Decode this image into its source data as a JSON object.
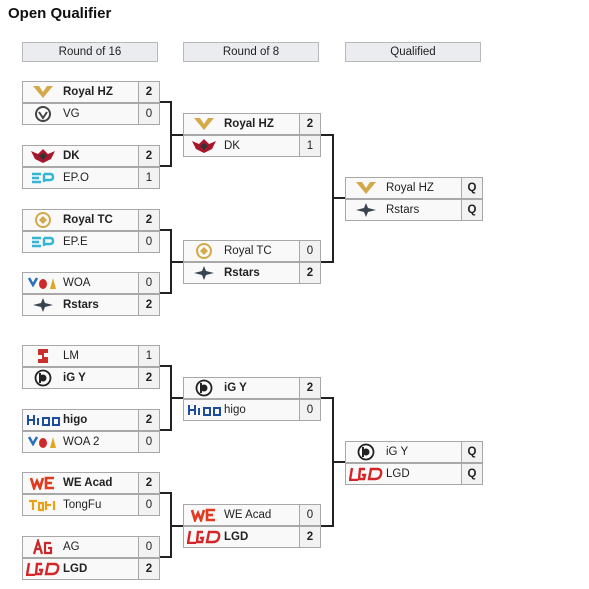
{
  "title": "Open Qualifier",
  "rounds": [
    "Round of 16",
    "Round of 8",
    "Qualified"
  ],
  "r16": [
    {
      "name": "Royal HZ",
      "score": "2",
      "icon": "royal-icon",
      "win": true
    },
    {
      "name": "VG",
      "score": "0",
      "icon": "vg-icon",
      "win": false
    },
    {
      "name": "DK",
      "score": "2",
      "icon": "dk-icon",
      "win": true
    },
    {
      "name": "EP.O",
      "score": "1",
      "icon": "ep-icon",
      "win": false
    },
    {
      "name": "Royal TC",
      "score": "2",
      "icon": "royal-tc-icon",
      "win": true
    },
    {
      "name": "EP.E",
      "score": "0",
      "icon": "ep-icon",
      "win": false
    },
    {
      "name": "WOA",
      "score": "0",
      "icon": "woa-icon",
      "win": false
    },
    {
      "name": "Rstars",
      "score": "2",
      "icon": "rstars-icon",
      "win": true
    },
    {
      "name": "LM",
      "score": "1",
      "icon": "lm-icon",
      "win": false
    },
    {
      "name": "iG Y",
      "score": "2",
      "icon": "ig-icon",
      "win": true
    },
    {
      "name": "higo",
      "score": "2",
      "icon": "higo-icon",
      "win": true
    },
    {
      "name": "WOA 2",
      "score": "0",
      "icon": "woa-icon",
      "win": false
    },
    {
      "name": "WE Acad",
      "score": "2",
      "icon": "we-icon",
      "win": true
    },
    {
      "name": "TongFu",
      "score": "0",
      "icon": "tongfu-icon",
      "win": false
    },
    {
      "name": "AG",
      "score": "0",
      "icon": "ag-icon",
      "win": false
    },
    {
      "name": "LGD",
      "score": "2",
      "icon": "lgd-icon",
      "win": true
    }
  ],
  "r8": [
    {
      "name": "Royal HZ",
      "score": "2",
      "icon": "royal-icon",
      "win": true
    },
    {
      "name": "DK",
      "score": "1",
      "icon": "dk-icon",
      "win": false
    },
    {
      "name": "Royal TC",
      "score": "0",
      "icon": "royal-tc-icon",
      "win": false
    },
    {
      "name": "Rstars",
      "score": "2",
      "icon": "rstars-icon",
      "win": true
    },
    {
      "name": "iG Y",
      "score": "2",
      "icon": "ig-icon",
      "win": true
    },
    {
      "name": "higo",
      "score": "0",
      "icon": "higo-icon",
      "win": false
    },
    {
      "name": "WE Acad",
      "score": "0",
      "icon": "we-icon",
      "win": false
    },
    {
      "name": "LGD",
      "score": "2",
      "icon": "lgd-icon",
      "win": true
    }
  ],
  "qualified": [
    {
      "name": "Royal HZ",
      "score": "Q",
      "icon": "royal-icon"
    },
    {
      "name": "Rstars",
      "score": "Q",
      "icon": "rstars-icon"
    },
    {
      "name": "iG Y",
      "score": "Q",
      "icon": "ig-icon"
    },
    {
      "name": "LGD",
      "score": "Q",
      "icon": "lgd-icon"
    }
  ]
}
